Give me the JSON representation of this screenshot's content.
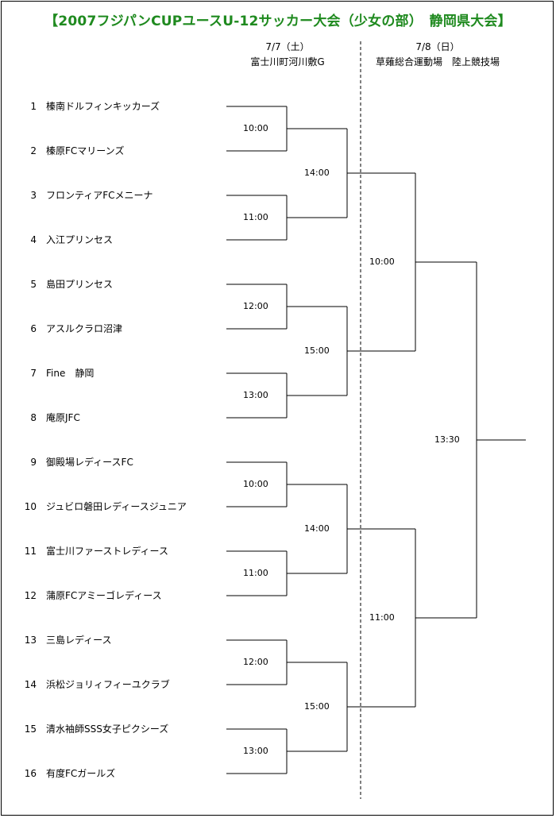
{
  "title": "【2007フジパンCUPユースU-12サッカー大会（少女の部）　静岡県大会】",
  "day1": {
    "date": "7/7（土）",
    "venue": "富士川町河川敷G"
  },
  "day2": {
    "date": "7/8（日）",
    "venue": "草薙総合運動場　陸上競技場"
  },
  "teams": [
    {
      "num": "1",
      "name": "榛南ドルフィンキッカーズ"
    },
    {
      "num": "2",
      "name": "榛原FCマリーンズ"
    },
    {
      "num": "3",
      "name": "フロンティアFCメニーナ"
    },
    {
      "num": "4",
      "name": "入江プリンセス"
    },
    {
      "num": "5",
      "name": "島田プリンセス"
    },
    {
      "num": "6",
      "name": "アスルクラロ沼津"
    },
    {
      "num": "7",
      "name": "Fine　静岡"
    },
    {
      "num": "8",
      "name": "庵原JFC"
    },
    {
      "num": "9",
      "name": "御殿場レディースFC"
    },
    {
      "num": "10",
      "name": "ジュビロ磐田レディースジュニア"
    },
    {
      "num": "11",
      "name": "富士川ファーストレディース"
    },
    {
      "num": "12",
      "name": "蒲原FCアミーゴレディース"
    },
    {
      "num": "13",
      "name": "三島レディース"
    },
    {
      "num": "14",
      "name": "浜松ジョリィフィーユクラブ"
    },
    {
      "num": "15",
      "name": "清水袖師SSS女子ピクシーズ"
    },
    {
      "num": "16",
      "name": "有度FCガールズ"
    }
  ],
  "round1_times": [
    "10:00",
    "11:00",
    "12:00",
    "13:00",
    "10:00",
    "11:00",
    "12:00",
    "13:00"
  ],
  "round2_times": [
    "14:00",
    "15:00",
    "14:00",
    "15:00"
  ],
  "semifinal_times": [
    "10:00",
    "11:00"
  ],
  "final_time": "13:30"
}
